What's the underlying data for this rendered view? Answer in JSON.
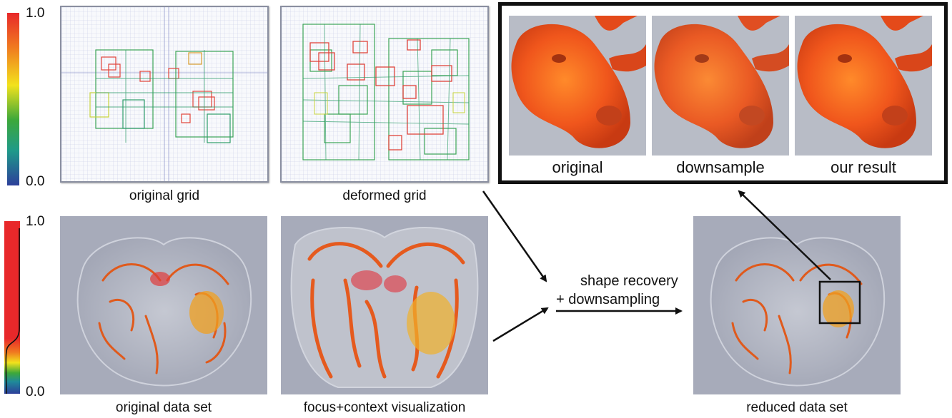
{
  "colorbars": {
    "top": {
      "max_label": "1.0",
      "min_label": "0.0"
    },
    "bottom": {
      "max_label": "1.0",
      "min_label": "0.0"
    },
    "colors": [
      "#e8282a",
      "#f07a20",
      "#f2e21c",
      "#3da83a",
      "#1f9a8a",
      "#2d4fa0"
    ]
  },
  "panels": {
    "original_grid": {
      "caption": "original grid"
    },
    "deformed_grid": {
      "caption": "deformed grid"
    },
    "original_data_set": {
      "caption": "original data set"
    },
    "focus_context": {
      "caption": "focus+context visualization"
    },
    "reduced_data_set": {
      "caption": "reduced data set"
    }
  },
  "comparison": {
    "items": [
      {
        "caption": "original"
      },
      {
        "caption": "downsample"
      },
      {
        "caption": "our result"
      }
    ]
  },
  "process": {
    "line1": "shape recovery",
    "line2": "+ downsampling"
  }
}
